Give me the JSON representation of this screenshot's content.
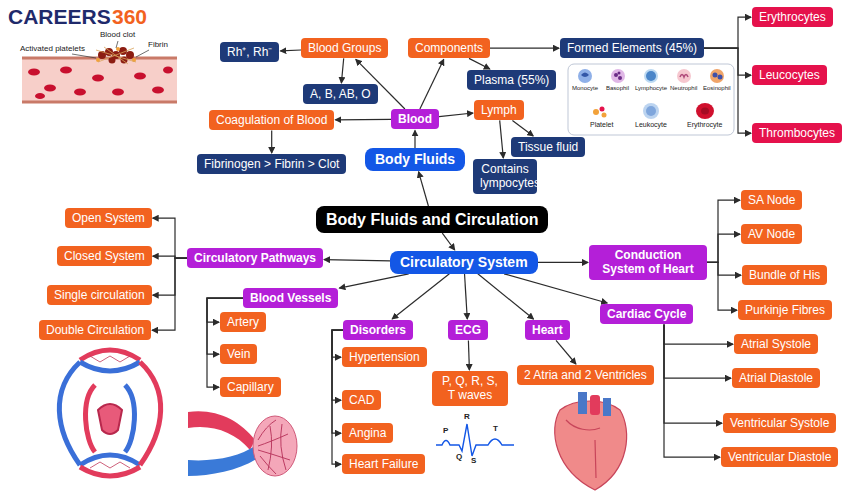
{
  "diagram": {
    "title": "Body Fluids and Circulation",
    "nodes": [
      {
        "text": [
          "Body Fluids and Circulation"
        ]
      },
      {
        "text": [
          "Body Fluids"
        ]
      },
      {
        "text": [
          "Blood"
        ]
      },
      {
        "text": [
          "Blood Groups"
        ]
      },
      {
        "text": [
          "Rh⁺, Rh⁻"
        ]
      },
      {
        "text": [
          "A, B, AB, O"
        ]
      },
      {
        "text": [
          "Components"
        ]
      },
      {
        "text": [
          "Formed Elements (45%)"
        ]
      },
      {
        "text": [
          "Plasma (55%)"
        ]
      },
      {
        "text": [
          "Erythrocytes"
        ]
      },
      {
        "text": [
          "Leucocytes"
        ]
      },
      {
        "text": [
          "Thrombocytes"
        ]
      },
      {
        "text": [
          "Coagulation of Blood"
        ]
      },
      {
        "text": [
          "Fibrinogen > Fibrin > Clot"
        ]
      },
      {
        "text": [
          "Lymph"
        ]
      },
      {
        "text": [
          "Tissue fluid"
        ]
      },
      {
        "text": [
          "Contains lympocytes"
        ]
      },
      {
        "text": [
          "Circulatory System"
        ]
      },
      {
        "text": [
          "Circulatory Pathways"
        ]
      },
      {
        "text": [
          "Open System"
        ]
      },
      {
        "text": [
          "Closed System"
        ]
      },
      {
        "text": [
          "Single circulation"
        ]
      },
      {
        "text": [
          "Double Circulation"
        ]
      },
      {
        "text": [
          "Blood Vessels"
        ]
      },
      {
        "text": [
          "Artery"
        ]
      },
      {
        "text": [
          "Vein"
        ]
      },
      {
        "text": [
          "Capillary"
        ]
      },
      {
        "text": [
          "Disorders"
        ]
      },
      {
        "text": [
          "Hypertension"
        ]
      },
      {
        "text": [
          "CAD"
        ]
      },
      {
        "text": [
          "Angina"
        ]
      },
      {
        "text": [
          "Heart Failure"
        ]
      },
      {
        "text": [
          "ECG"
        ]
      },
      {
        "text": [
          "P, Q, R, S, T waves"
        ]
      },
      {
        "text": [
          "Heart"
        ]
      },
      {
        "text": [
          "2 Atria and 2 Ventricles"
        ]
      },
      {
        "text": [
          "Cardiac Cycle"
        ]
      },
      {
        "text": [
          "Atrial Systole"
        ]
      },
      {
        "text": [
          "Atrial Diastole"
        ]
      },
      {
        "text": [
          "Ventricular Systole"
        ]
      },
      {
        "text": [
          "Ventricular Diastole"
        ]
      },
      {
        "text": [
          "Conduction System of Heart"
        ]
      },
      {
        "text": [
          "SA Node"
        ]
      },
      {
        "text": [
          "AV Node"
        ]
      },
      {
        "text": [
          "Bundle of His"
        ]
      },
      {
        "text": [
          "Purkinje Fibres"
        ]
      }
    ],
    "edges": [
      {
        "from": 0,
        "to": 1,
        "arrow": "to"
      },
      {
        "from": 1,
        "to": 2,
        "arrow": "to"
      },
      {
        "from": 2,
        "to": 3,
        "arrow": "to"
      },
      {
        "from": 3,
        "to": 4,
        "arrow": "to"
      },
      {
        "from": 3,
        "to": 5,
        "arrow": "to"
      },
      {
        "from": 2,
        "to": 6,
        "arrow": "to"
      },
      {
        "from": 6,
        "to": 7,
        "arrow": "to"
      },
      {
        "from": 6,
        "to": 8,
        "arrow": "to"
      },
      {
        "from": 7,
        "to": 9,
        "arrow": "to"
      },
      {
        "from": 7,
        "to": 10,
        "arrow": "to"
      },
      {
        "from": 7,
        "to": 11,
        "arrow": "to"
      },
      {
        "from": 2,
        "to": 12,
        "arrow": "to"
      },
      {
        "from": 12,
        "to": 13,
        "arrow": "to"
      },
      {
        "from": 2,
        "to": 14,
        "arrow": "to"
      },
      {
        "from": 14,
        "to": 15,
        "arrow": "to"
      },
      {
        "from": 14,
        "to": 16,
        "arrow": "to"
      },
      {
        "from": 0,
        "to": 17,
        "arrow": "to"
      },
      {
        "from": 17,
        "to": 18,
        "arrow": "to"
      },
      {
        "from": 18,
        "to": 19,
        "arrow": "to"
      },
      {
        "from": 18,
        "to": 20,
        "arrow": "to"
      },
      {
        "from": 18,
        "to": 21,
        "arrow": "to"
      },
      {
        "from": 18,
        "to": 22,
        "arrow": "to"
      },
      {
        "from": 17,
        "to": 23,
        "arrow": "to"
      },
      {
        "from": 23,
        "to": 24,
        "arrow": "to"
      },
      {
        "from": 23,
        "to": 25,
        "arrow": "to"
      },
      {
        "from": 23,
        "to": 26,
        "arrow": "to"
      },
      {
        "from": 17,
        "to": 27,
        "arrow": "to"
      },
      {
        "from": 27,
        "to": 28,
        "arrow": "to"
      },
      {
        "from": 27,
        "to": 29,
        "arrow": "to"
      },
      {
        "from": 27,
        "to": 30,
        "arrow": "to"
      },
      {
        "from": 27,
        "to": 31,
        "arrow": "to"
      },
      {
        "from": 17,
        "to": 32,
        "arrow": "to"
      },
      {
        "from": 32,
        "to": 33,
        "arrow": "to"
      },
      {
        "from": 17,
        "to": 34,
        "arrow": "to"
      },
      {
        "from": 34,
        "to": 35,
        "arrow": "to"
      },
      {
        "from": 17,
        "to": 36,
        "arrow": "to"
      },
      {
        "from": 36,
        "to": 37,
        "arrow": "to"
      },
      {
        "from": 36,
        "to": 38,
        "arrow": "to"
      },
      {
        "from": 36,
        "to": 39,
        "arrow": "to"
      },
      {
        "from": 36,
        "to": 40,
        "arrow": "to"
      },
      {
        "from": 17,
        "to": 41,
        "arrow": "to"
      },
      {
        "from": 41,
        "to": 42,
        "arrow": "to"
      },
      {
        "from": 41,
        "to": 43,
        "arrow": "to"
      },
      {
        "from": 41,
        "to": 44,
        "arrow": "to"
      },
      {
        "from": 41,
        "to": 45,
        "arrow": "to"
      }
    ],
    "labels": [
      "CAREERS",
      "360",
      "Activated platelets",
      "Blood clot",
      "Fibrin",
      "Monocyte",
      "Basophil",
      "Lymphocyte",
      "Neutrophil",
      "Eosinophil",
      "Platelet",
      "Leukocyte",
      "Erythrocyte",
      "P",
      "R",
      "T",
      "Q",
      "S"
    ]
  }
}
